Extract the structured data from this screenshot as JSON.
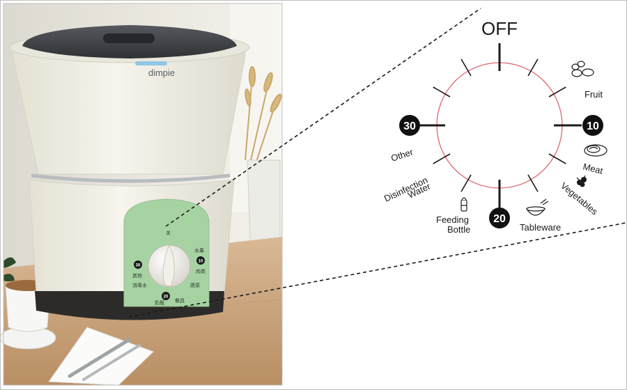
{
  "photo": {
    "brand_logo": "dimpie",
    "panel_labels": {
      "off": "关",
      "setting_10": "10",
      "setting_20": "20",
      "setting_30": "30",
      "fruit": "水果",
      "meat": "肉类",
      "vegetables": "蔬菜",
      "tableware": "餐具",
      "bottle": "奶瓶",
      "water": "消毒水",
      "other": "其他"
    }
  },
  "dial": {
    "off_label": "OFF",
    "numbers": {
      "ten": "10",
      "twenty": "20",
      "thirty": "30"
    },
    "labels": {
      "fruit": "Fruit",
      "meat": "Meat",
      "vegetables": "Vegetables",
      "tableware": "Tableware",
      "feeding_bottle_line1": "Feeding",
      "feeding_bottle_line2": "Bottle",
      "disinfection_water_line1": "Disinfection",
      "disinfection_water_line2": "Water",
      "other": "Other"
    },
    "icons": [
      "eggs-icon",
      "meat-plate-icon",
      "vegetables-icon",
      "tableware-bowl-icon",
      "feeding-bottle-icon"
    ]
  },
  "colors": {
    "panel_green": "#a7d3a3",
    "appliance_cream": "#f1efe4",
    "lid_dark": "#3c3f42",
    "base_dark": "#2d2b2a",
    "ring_red": "#e06670",
    "ink": "#1a1a1a"
  }
}
